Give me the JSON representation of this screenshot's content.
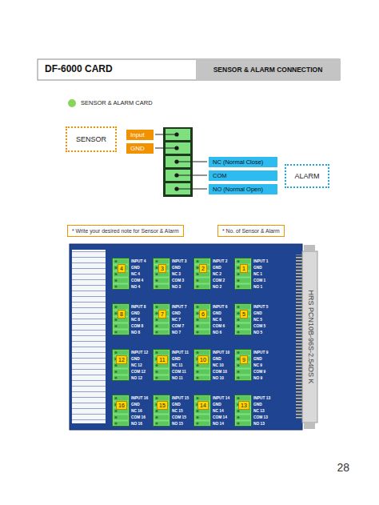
{
  "diagram": {
    "title": "DF-6000 CARD",
    "nodes": [
      {
        "text": [
          "SENSOR & ALARM CONNECTION"
        ]
      },
      {
        "text": [
          "SENSOR"
        ]
      },
      {
        "text": [
          "Input"
        ]
      },
      {
        "text": [
          "GND"
        ]
      },
      {
        "text": [
          "NC (Normal Close)"
        ]
      },
      {
        "text": [
          "COM"
        ]
      },
      {
        "text": [
          "NO (Normal Open)"
        ]
      },
      {
        "text": [
          "ALARM"
        ]
      },
      {
        "text": [
          "* Write your desired note for Sensor & Alarm"
        ]
      },
      {
        "text": [
          "* No. of Sensor & Alarm"
        ]
      },
      {
        "text": [
          "4"
        ]
      },
      {
        "text": [
          "3"
        ]
      },
      {
        "text": [
          "2"
        ]
      },
      {
        "text": [
          "1"
        ]
      },
      {
        "text": [
          "8"
        ]
      },
      {
        "text": [
          "7"
        ]
      },
      {
        "text": [
          "6"
        ]
      },
      {
        "text": [
          "5"
        ]
      },
      {
        "text": [
          "12"
        ]
      },
      {
        "text": [
          "11"
        ]
      },
      {
        "text": [
          "10"
        ]
      },
      {
        "text": [
          "9"
        ]
      },
      {
        "text": [
          "16"
        ]
      },
      {
        "text": [
          "15"
        ]
      },
      {
        "text": [
          "14"
        ]
      },
      {
        "text": [
          "13"
        ]
      }
    ],
    "labels": [
      "SENSOR & ALARM CARD",
      "INPUT 4",
      "GND",
      "NC 4",
      "COM 4",
      "NO 4",
      "INPUT 3",
      "GND",
      "NC 3",
      "COM 3",
      "NO 3",
      "INPUT 2",
      "GND",
      "NC 2",
      "COM 2",
      "NO 2",
      "INPUT 1",
      "GND",
      "NC 1",
      "COM 1",
      "NO 1",
      "INPUT 8",
      "GND",
      "NC 8",
      "COM 8",
      "NO 8",
      "INPUT 7",
      "GND",
      "NC 7",
      "COM 7",
      "NO 7",
      "INPUT 6",
      "GND",
      "NC 6",
      "COM 6",
      "NO 6",
      "INPUT 5",
      "GND",
      "NC 5",
      "COM 5",
      "NO 5",
      "INPUT 12",
      "GND",
      "NC 12",
      "COM 12",
      "NO 12",
      "INPUT 11",
      "GND",
      "NC 11",
      "COM 11",
      "NO 11",
      "INPUT 10",
      "GND",
      "NC 10",
      "COM 10",
      "NO 10",
      "INPUT 9",
      "GND",
      "NC 9",
      "COM 9",
      "NO 9",
      "INPUT 16",
      "GND",
      "NC 16",
      "COM 16",
      "NO 16",
      "INPUT 15",
      "GND",
      "NC 15",
      "COM 15",
      "NO 15",
      "INPUT 14",
      "GND",
      "NC 14",
      "COM 14",
      "NO 14",
      "INPUT 13",
      "GND",
      "NC 13",
      "COM 13",
      "NO 13",
      "HRS PCN10B-96S-2.54DS K",
      "28"
    ]
  }
}
